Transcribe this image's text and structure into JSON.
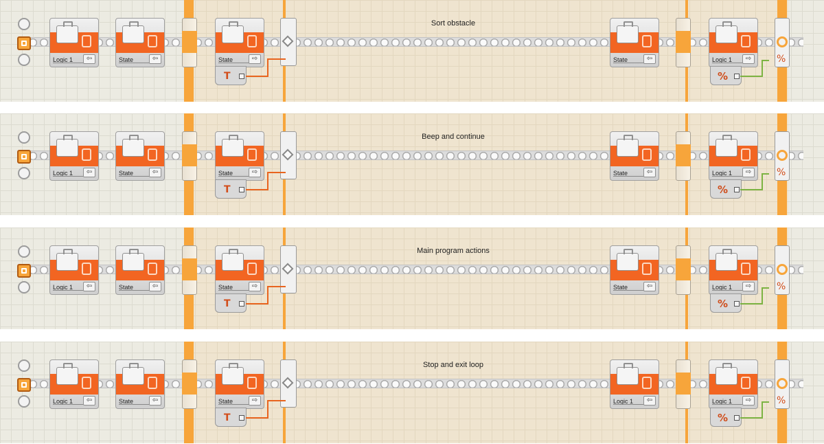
{
  "sequences": [
    {
      "comment": "Sort obstacle",
      "blocks": {
        "first": "Logic 1",
        "second": "State",
        "case1": "State",
        "case2": "State",
        "loop_var": "Logic 1"
      }
    },
    {
      "comment": "Beep and continue",
      "blocks": {
        "first": "Logic 1",
        "second": "State",
        "case1": "State",
        "case2": "State",
        "loop_var": "Logic 1"
      }
    },
    {
      "comment": "Main program actions",
      "blocks": {
        "first": "Logic 1",
        "second": "State",
        "case1": "State",
        "case2": "State",
        "loop_var": "Logic 1"
      }
    },
    {
      "comment": "Stop and exit loop",
      "blocks": {
        "first": "Logic 1",
        "second": "State",
        "case1": "State",
        "case2": "Logic 1",
        "loop_var": "Logic 1"
      }
    }
  ],
  "icons": {
    "variable_block": "briefcase-icon",
    "start": "start-square-icon",
    "text_plug": "text-T-icon",
    "logic_plug": "logic-icon",
    "loop": "loop-icon"
  },
  "colors": {
    "variable_orange": "#f26522",
    "case_line": "#f7a53b",
    "text_wire": "#e8641e",
    "logic_wire": "#7cb342"
  }
}
